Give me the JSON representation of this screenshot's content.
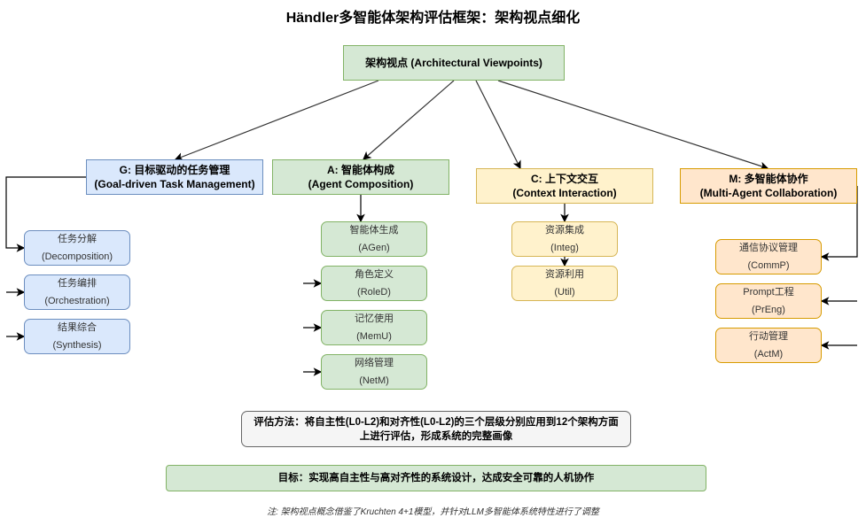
{
  "title": "Händler多智能体架构评估框架：架构视点细化",
  "root": {
    "line1": "架构视点 (Architectural Viewpoints)"
  },
  "views": [
    {
      "line1": "G: 目标驱动的任务管理",
      "line2": "(Goal-driven Task Management)",
      "children": [
        {
          "cn": "任务分解",
          "en": "(Decomposition)"
        },
        {
          "cn": "任务编排",
          "en": "(Orchestration)"
        },
        {
          "cn": "结果综合",
          "en": "(Synthesis)"
        }
      ]
    },
    {
      "line1": "A: 智能体构成",
      "line2": "(Agent Composition)",
      "children": [
        {
          "cn": "智能体生成",
          "en": "(AGen)"
        },
        {
          "cn": "角色定义",
          "en": "(RoleD)"
        },
        {
          "cn": "记忆使用",
          "en": "(MemU)"
        },
        {
          "cn": "网络管理",
          "en": "(NetM)"
        }
      ]
    },
    {
      "line1": "C: 上下文交互",
      "line2": "(Context Interaction)",
      "children": [
        {
          "cn": "资源集成",
          "en": "(Integ)"
        },
        {
          "cn": "资源利用",
          "en": "(Util)"
        }
      ]
    },
    {
      "line1": "M: 多智能体协作",
      "line2": "(Multi-Agent Collaboration)",
      "children": [
        {
          "cn": "通信协议管理",
          "en": "(CommP)"
        },
        {
          "cn": "Prompt工程",
          "en": "(PrEng)"
        },
        {
          "cn": "行动管理",
          "en": "(ActM)"
        }
      ]
    }
  ],
  "evaluation": {
    "line1": "评估方法：将自主性(L0-L2)和对齐性(L0-L2)的三个层级分别应用到12个架构方面",
    "line2": "上进行评估，形成系统的完整画像"
  },
  "goal": "目标：实现高自主性与高对齐性的系统设计，达成安全可靠的人机协作",
  "note": "注: 架构视点概念借鉴了Kruchten 4+1模型，并针对LLM多智能体系统特性进行了调整"
}
